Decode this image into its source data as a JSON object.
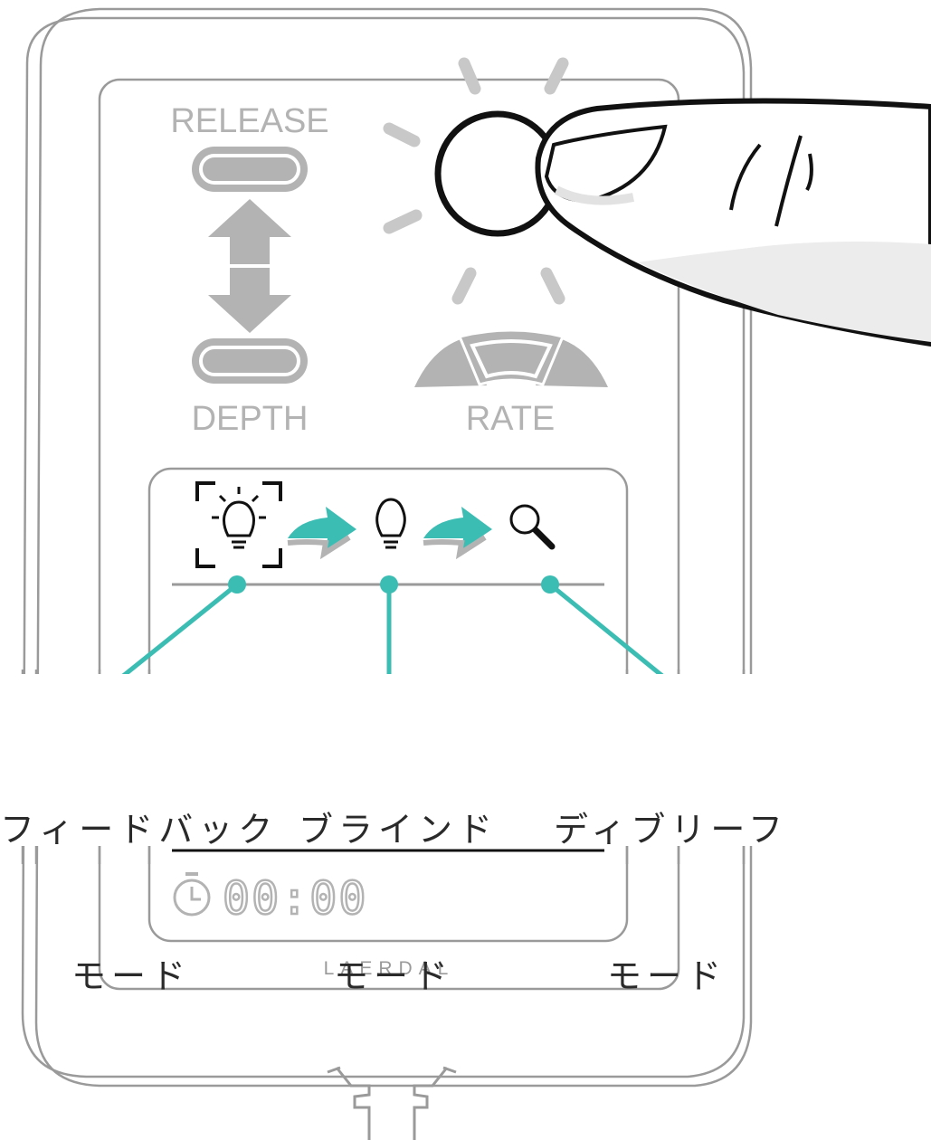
{
  "device": {
    "release_label": "RELEASE",
    "depth_label": "DEPTH",
    "rate_label": "RATE",
    "timer_text": "00:00",
    "brand": "LAERDAL"
  },
  "modes": [
    {
      "id": "feedback",
      "line1": "フィードバック",
      "line2": "モード"
    },
    {
      "id": "blind",
      "line1": "ブラインド",
      "line2": "モード"
    },
    {
      "id": "debrief",
      "line1": "ディブリーフ",
      "line2": "モード"
    }
  ],
  "colors": {
    "accent": "#3cbdb4",
    "panel_gray": "#b3b3b3",
    "outline": "#999999",
    "ink": "#111111"
  },
  "icons": [
    "lightbulb-glow-icon",
    "lightbulb-icon",
    "magnifier-icon",
    "stopwatch-icon",
    "pointing-finger"
  ]
}
